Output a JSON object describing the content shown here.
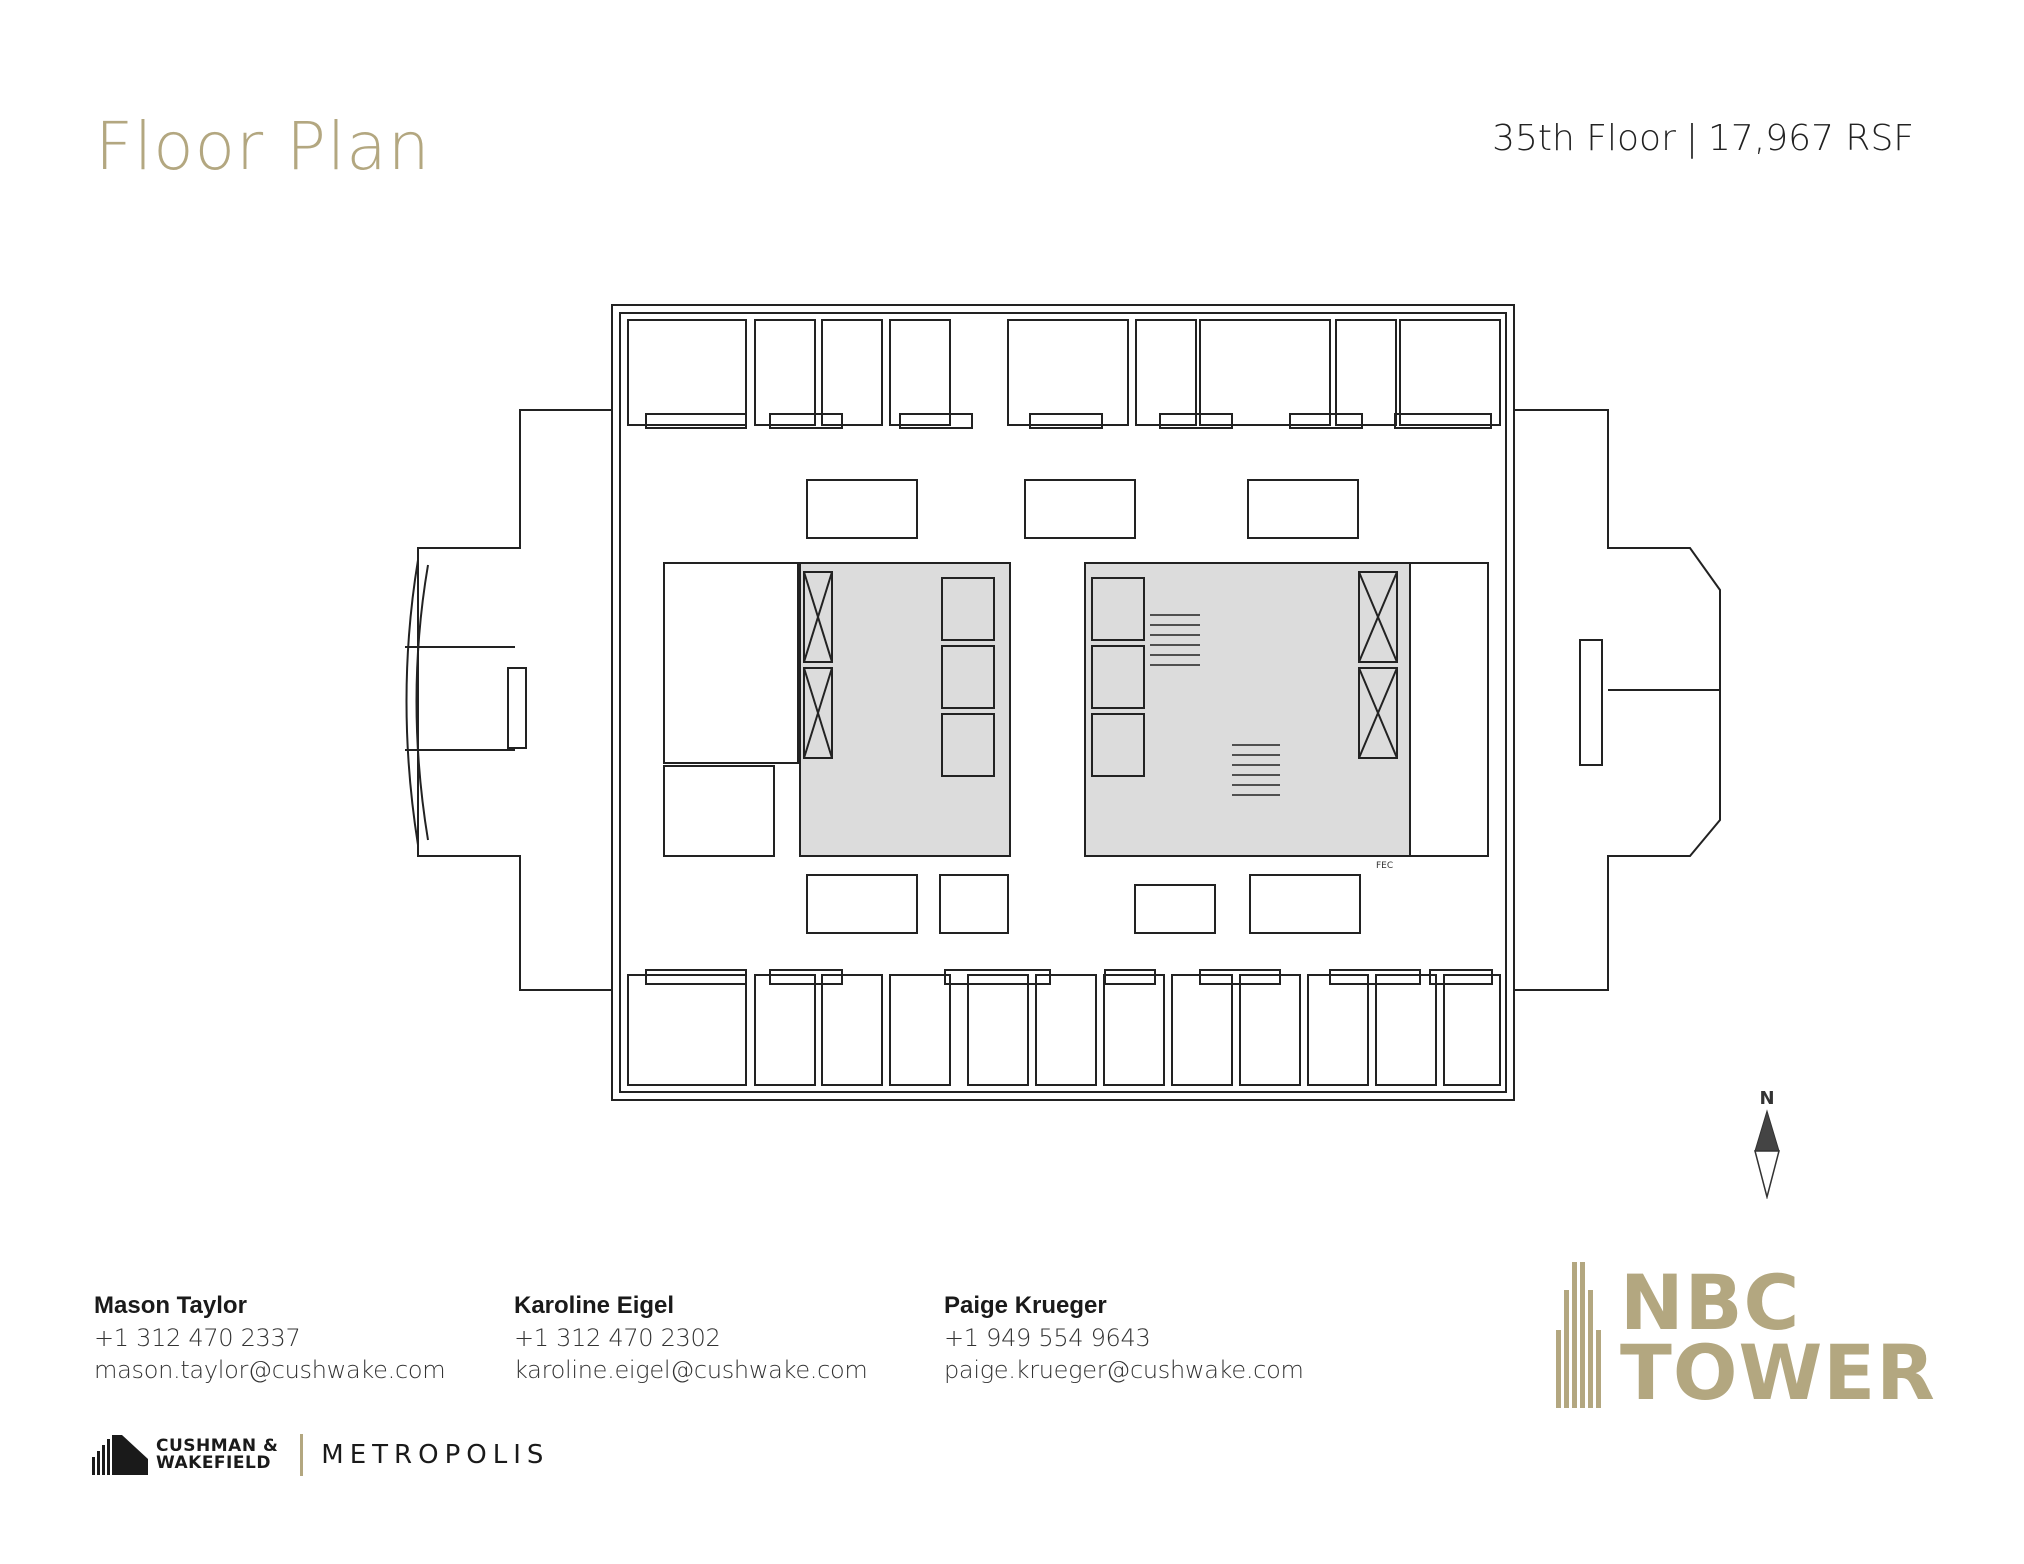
{
  "header": {
    "title": "Floor Plan",
    "floor": "35th Floor",
    "separator": "|",
    "area": "17,967 RSF"
  },
  "floor_plan": {
    "north_label": "N",
    "fec_label": "FEC",
    "colors": {
      "core_fill": "#dcdcdc",
      "line": "#222222"
    }
  },
  "contacts": [
    {
      "name": "Mason Taylor",
      "phone": "+1 312 470 2337",
      "email": "mason.taylor@cushwake.com"
    },
    {
      "name": "Karoline Eigel",
      "phone": "+1 312 470 2302",
      "email": "karoline.eigel@cushwake.com"
    },
    {
      "name": "Paige Krueger",
      "phone": "+1 949 554 9643",
      "email": "paige.krueger@cushwake.com"
    }
  ],
  "branding": {
    "cw_line1": "CUSHMAN &",
    "cw_line2": "WAKEFIELD",
    "partner": "METROPOLIS",
    "building_line1": "NBC",
    "building_line2": "TOWER",
    "accent_color": "#b3a780"
  }
}
